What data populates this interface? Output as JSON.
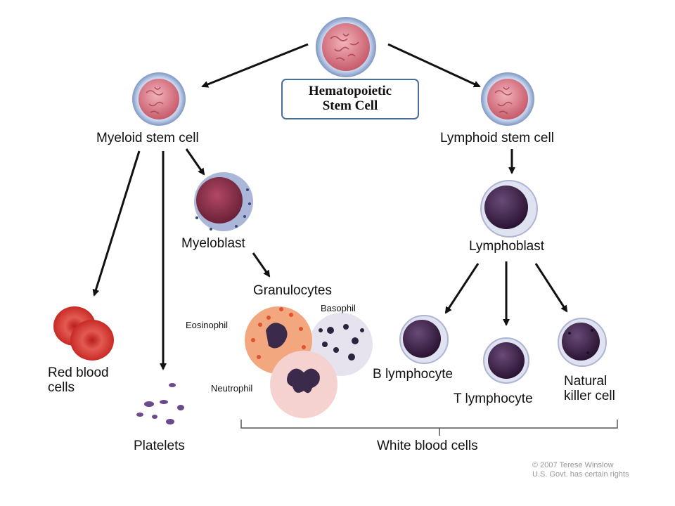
{
  "title": {
    "line1": "Hematopoietic",
    "line2": "Stem Cell"
  },
  "labels": {
    "myeloid_stem_cell": "Myeloid stem cell",
    "lymphoid_stem_cell": "Lymphoid stem cell",
    "myeloblast": "Myeloblast",
    "lymphoblast": "Lymphoblast",
    "granulocytes": "Granulocytes",
    "eosinophil": "Eosinophil",
    "basophil": "Basophil",
    "neutrophil": "Neutrophil",
    "red_blood_cells": {
      "line1": "Red blood",
      "line2": "cells"
    },
    "platelets": "Platelets",
    "b_lymphocyte": "B lymphocyte",
    "t_lymphocyte": "T lymphocyte",
    "natural_killer_cell": {
      "line1": "Natural",
      "line2": "killer cell"
    },
    "white_blood_cells": "White blood cells"
  },
  "credit": {
    "line1": "© 2007 Terese Winslow",
    "line2": "U.S. Govt. has certain rights"
  },
  "colors": {
    "stem_cell_fill": "#d97a86",
    "stem_cell_membrane": "#8fa5cc",
    "myeloblast_fill": "#8a2f48",
    "lymph_nucleus": "#3a1f45",
    "red_blood_cell": "#d9302c",
    "eosinophil_granules": "#e8613a",
    "neutrophil_fill": "#f4c9c6",
    "arrow": "#111111",
    "title_border": "#4a6f96"
  }
}
